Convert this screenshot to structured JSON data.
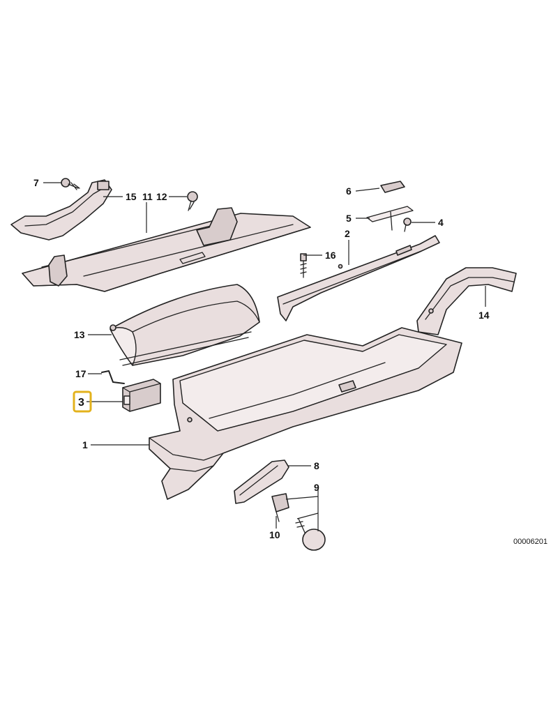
{
  "diagram": {
    "drawing_number": "00006201",
    "callouts": [
      {
        "id": "1",
        "label": "1"
      },
      {
        "id": "2",
        "label": "2"
      },
      {
        "id": "3",
        "label": "3",
        "selected": true
      },
      {
        "id": "4",
        "label": "4"
      },
      {
        "id": "5",
        "label": "5"
      },
      {
        "id": "6",
        "label": "6"
      },
      {
        "id": "7",
        "label": "7"
      },
      {
        "id": "8",
        "label": "8"
      },
      {
        "id": "9",
        "label": "9"
      },
      {
        "id": "10",
        "label": "10"
      },
      {
        "id": "11",
        "label": "11"
      },
      {
        "id": "12",
        "label": "12"
      },
      {
        "id": "13",
        "label": "13"
      },
      {
        "id": "14",
        "label": "14"
      },
      {
        "id": "15",
        "label": "15"
      },
      {
        "id": "16",
        "label": "16"
      },
      {
        "id": "17",
        "label": "17"
      }
    ],
    "highlight_color": "#e3b21c"
  }
}
